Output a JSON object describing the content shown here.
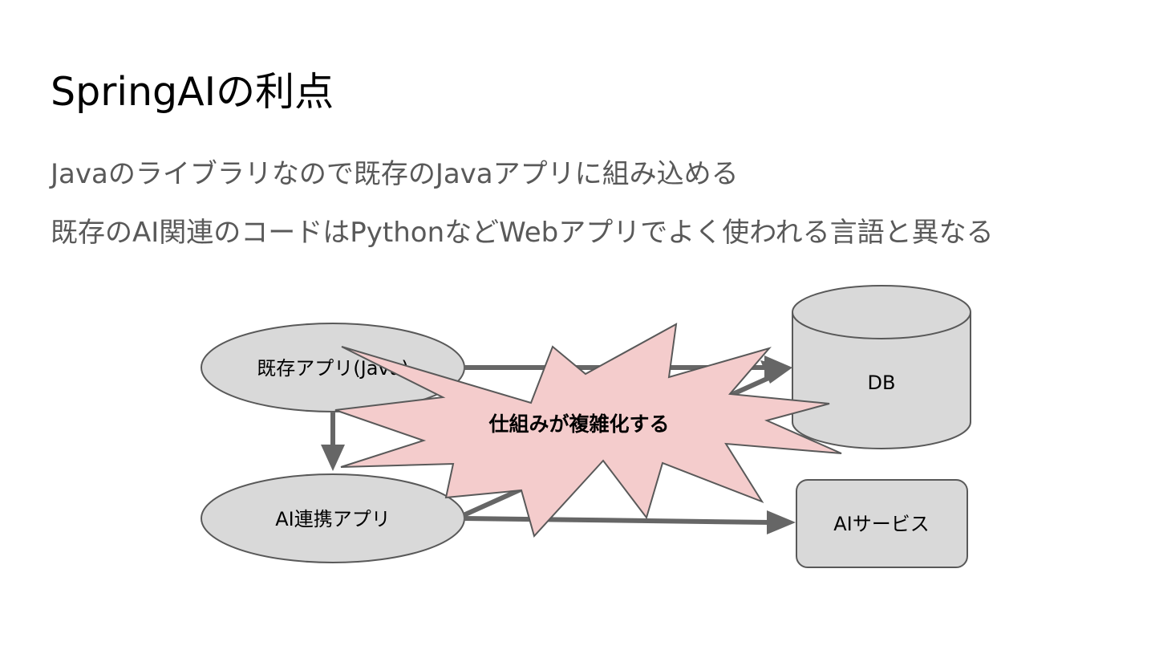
{
  "slide": {
    "title": "SpringAIの利点",
    "bullets": [
      "Javaのライブラリなので既存のJavaアプリに組み込める",
      "既存のAI関連のコードはPythonなどWebアプリでよく使われる言語と異なる"
    ]
  },
  "diagram": {
    "nodes": {
      "existing_app": "既存アプリ(Java)",
      "ai_app": "AI連携アプリ",
      "db": "DB",
      "ai_service": "AIサービス"
    },
    "burst_text": "仕組みが複雑化する",
    "colors": {
      "node_fill": "#d9d9d9",
      "node_stroke": "#595959",
      "arrow": "#666666",
      "burst_fill": "#f4cccc",
      "burst_stroke": "#595959",
      "title_text": "#000000",
      "body_text": "#595959"
    }
  }
}
